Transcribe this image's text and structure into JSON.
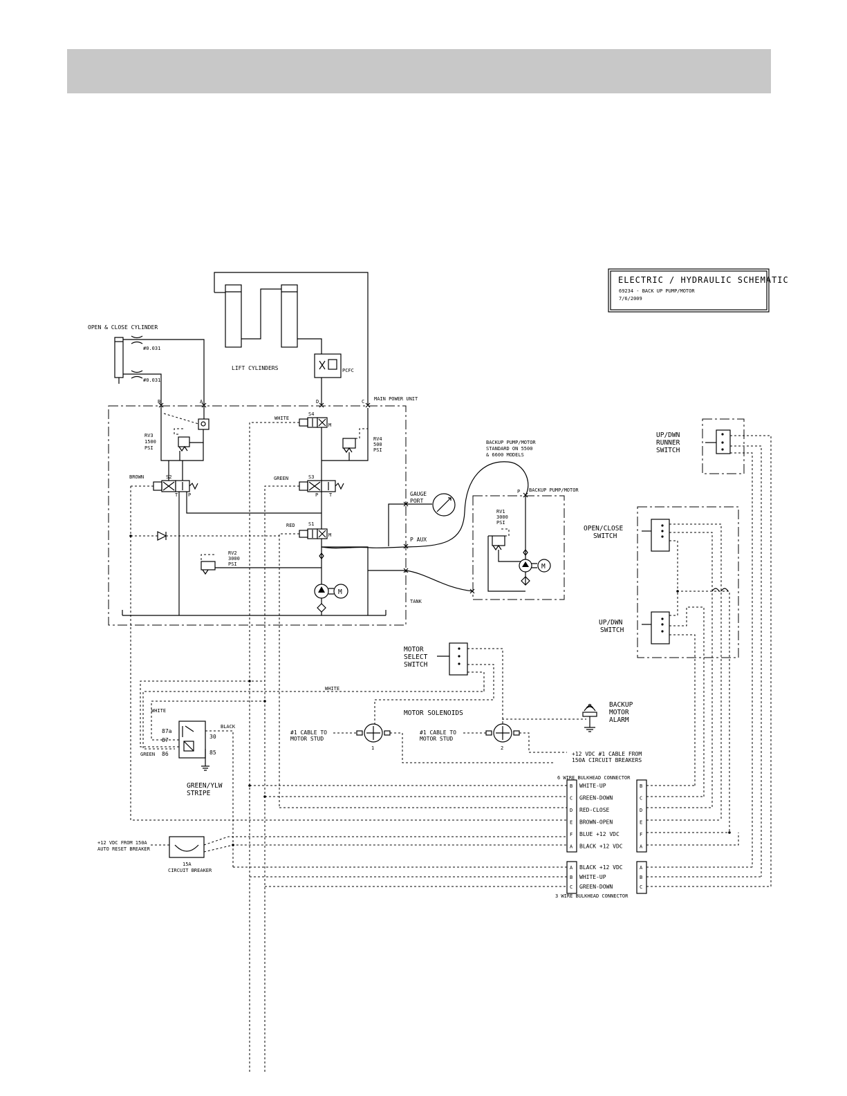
{
  "title_block": {
    "title": "ELECTRIC / HYDRAULIC SCHEMATIC",
    "part": "69234 - BACK UP PUMP/MOTOR",
    "date": "7/6/2009"
  },
  "labels": {
    "open_close_cylinder": "OPEN & CLOSE CYLINDER",
    "orifice_1": "#0.031",
    "orifice_2": "#0.031",
    "lift_cylinders": "LIFT CYLINDERS",
    "pcfc": "PCFC",
    "main_power_unit": "MAIN POWER UNIT",
    "port_a": "A",
    "port_b": "B",
    "port_c": "C",
    "port_d": "D",
    "rv3": "RV3",
    "rv3_val": "1500",
    "rv3_unit": "PSI",
    "rv4": "RV4",
    "rv4_val": "500",
    "rv4_unit": "PSI",
    "rv2": "RV2",
    "rv2_val": "3000",
    "rv2_unit": "PSI",
    "rv1": "RV1",
    "rv1_val": "3000",
    "rv1_unit": "PSI",
    "s1": "S1",
    "s2": "S2",
    "s3": "S3",
    "s4": "S4",
    "white": "WHITE",
    "brown": "BROWN",
    "green": "GREEN",
    "red": "RED",
    "black": "BLACK",
    "white2": "WHITE",
    "white3": "WHITE",
    "green2": "GREEN",
    "gauge_port_1": "GAUGE",
    "gauge_port_2": "PORT",
    "p_aux": "P AUX",
    "tank": "TANK",
    "backup_1": "BACKUP PUMP/MOTOR",
    "backup_2": "STANDARD ON 5500",
    "backup_3": "& 6600 MODELS",
    "backup_pm": "BACKUP PUMP/MOTOR",
    "p_port": "P",
    "motor_letter": "M",
    "motor_letter2": "M",
    "runner_1": "UP/DWN",
    "runner_2": "RUNNER",
    "runner_3": "SWITCH",
    "oc_switch_1": "OPEN/CLOSE",
    "oc_switch_2": "SWITCH",
    "ud_switch_1": "UP/DWN",
    "ud_switch_2": "SWITCH",
    "motor_select_1": "MOTOR",
    "motor_select_2": "SELECT",
    "motor_select_3": "SWITCH",
    "motor_solenoids": "MOTOR SOLENOIDS",
    "cable1_1": "#1 CABLE TO",
    "cable1_2": "MOTOR STUD",
    "cable2_1": "#1 CABLE TO",
    "cable2_2": "MOTOR STUD",
    "sol_1": "1",
    "sol_2": "2",
    "alarm_1": "BACKUP",
    "alarm_2": "MOTOR",
    "alarm_3": "ALARM",
    "plus12_1": "+12 VDC #1 CABLE FROM",
    "plus12_2": "150A CIRCUIT BREAKERS",
    "relay_87a": "87a",
    "relay_87": "87",
    "relay_86": "86",
    "relay_30": "30",
    "relay_85": "85",
    "stripe_1": "GREEN/YLW",
    "stripe_2": "STRIPE",
    "breaker_in_1": "+12 VDC FROM 150A",
    "breaker_in_2": "AUTO RESET BREAKER",
    "breaker_1": "15A",
    "breaker_2": "CIRCUIT BREAKER",
    "bulkhead6": "6 WIRE BULKHEAD CONNECTOR",
    "bulkhead3": "3 WIRE BULKHEAD CONNECTOR"
  },
  "connector6": [
    {
      "pin": "B",
      "wire": "WHITE-UP"
    },
    {
      "pin": "C",
      "wire": "GREEN-DOWN"
    },
    {
      "pin": "D",
      "wire": "RED-CLOSE"
    },
    {
      "pin": "E",
      "wire": "BROWN-OPEN"
    },
    {
      "pin": "F",
      "wire": "BLUE +12 VDC"
    },
    {
      "pin": "A",
      "wire": "BLACK +12 VDC"
    }
  ],
  "connector3": [
    {
      "pin": "A",
      "wire": "BLACK +12 VDC"
    },
    {
      "pin": "B",
      "wire": "WHITE-UP"
    },
    {
      "pin": "C",
      "wire": "GREEN-DOWN"
    }
  ],
  "colors": {
    "header_bar": "#c8c8c8",
    "line": "#000000",
    "background": "#ffffff"
  }
}
